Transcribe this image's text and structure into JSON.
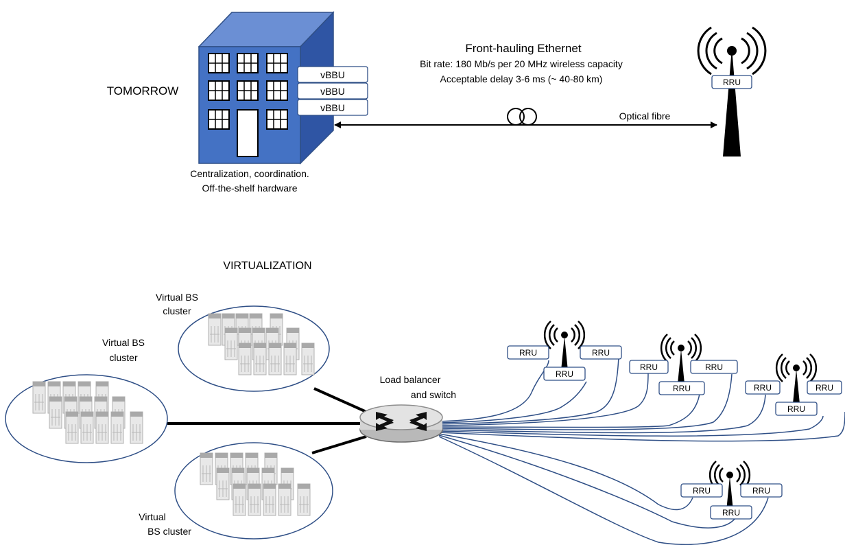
{
  "top": {
    "title": "TOMORROW",
    "building_caption_1": "Centralization, coordination.",
    "building_caption_2": "Off-the-shelf hardware",
    "vbbu": [
      "vBBU",
      "vBBU",
      "vBBU"
    ],
    "link_title": "Front-hauling Ethernet",
    "link_line_1": "Bit rate: 180 Mb/s per 20 MHz wireless capacity",
    "link_line_2": "Acceptable delay 3-6 ms (~ 40-80 km)",
    "fibre_label": "Optical fibre",
    "rru_label": "RRU"
  },
  "bottom": {
    "title": "VIRTUALIZATION",
    "cluster_top_1": "Virtual BS",
    "cluster_top_2": "cluster",
    "cluster_left_1": "Virtual BS",
    "cluster_left_2": "cluster",
    "cluster_bottom_1": "Virtual",
    "cluster_bottom_2": "BS cluster",
    "switch_1": "Load balancer",
    "switch_2": "and switch",
    "rru_label": "RRU"
  },
  "colors": {
    "building_front": "#4472c4",
    "building_top": "#6b8fd4",
    "building_side": "#2f55a4",
    "fiber": "#2f4f86"
  }
}
